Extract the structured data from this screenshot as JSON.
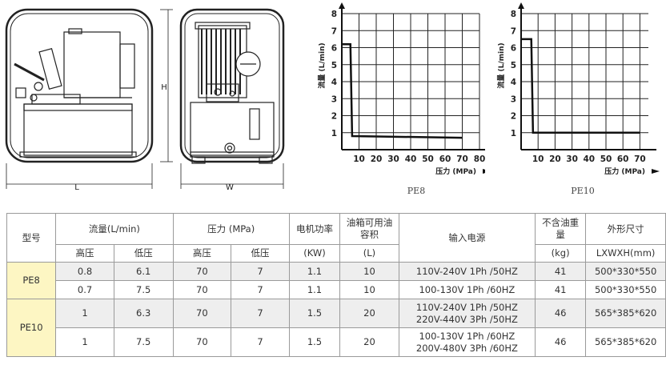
{
  "drawing_labels": {
    "length": "L",
    "height": "H",
    "width": "W"
  },
  "chart_data": [
    {
      "type": "line",
      "title": "PE8",
      "xlabel": "压力 (MPa)",
      "ylabel": "流量 (L/min)",
      "xlim": [
        0,
        80
      ],
      "ylim": [
        0,
        8
      ],
      "xticks": [
        10,
        20,
        30,
        40,
        50,
        60,
        70,
        80
      ],
      "yticks": [
        1,
        2,
        3,
        4,
        5,
        6,
        7,
        8
      ],
      "grid": true,
      "x": [
        0,
        5,
        6,
        70
      ],
      "y": [
        6.2,
        6.2,
        0.8,
        0.7
      ]
    },
    {
      "type": "line",
      "title": "PE10",
      "xlabel": "压力 (MPa)",
      "ylabel": "流量 (L/min)",
      "xlim": [
        0,
        75
      ],
      "ylim": [
        0,
        8
      ],
      "xticks": [
        10,
        20,
        30,
        40,
        50,
        60,
        70
      ],
      "yticks": [
        1,
        2,
        3,
        4,
        5,
        6,
        7,
        8
      ],
      "grid": true,
      "x": [
        0,
        6,
        7,
        70
      ],
      "y": [
        6.5,
        6.5,
        1.0,
        1.0
      ]
    }
  ],
  "table": {
    "header": {
      "model": "型号",
      "flow": "流量(L/min)",
      "pressure": "压力 (MPa)",
      "motor_power": "电机功率",
      "tank_capacity": [
        "油箱可用油",
        "容积"
      ],
      "power_supply": "输入电源",
      "weight": [
        "不含油重",
        "量"
      ],
      "dimensions": "外形尺寸"
    },
    "subheader": {
      "flow_high": "高压",
      "flow_low": "低压",
      "pressure_high": "高压",
      "pressure_low": "低压",
      "power_unit": "(KW)",
      "capacity_unit": "(L)",
      "weight_unit": "(kg)",
      "dim_unit": "LXWXH(mm)"
    },
    "models": [
      {
        "name": "PE8",
        "rows": [
          {
            "flow_high": "0.8",
            "flow_low": "6.1",
            "pressure_high": "70",
            "pressure_low": "7",
            "power": "1.1",
            "capacity": "10",
            "supply": [
              "110V-240V 1Ph /50HZ"
            ],
            "weight": "41",
            "dimensions": "500*330*550"
          },
          {
            "flow_high": "0.7",
            "flow_low": "7.5",
            "pressure_high": "70",
            "pressure_low": "7",
            "power": "1.1",
            "capacity": "10",
            "supply": [
              "100-130V 1Ph /60HZ"
            ],
            "weight": "41",
            "dimensions": "500*330*550"
          }
        ]
      },
      {
        "name": "PE10",
        "rows": [
          {
            "flow_high": "1",
            "flow_low": "6.3",
            "pressure_high": "70",
            "pressure_low": "7",
            "power": "1.5",
            "capacity": "20",
            "supply": [
              "110V-240V 1Ph /50HZ",
              "220V-440V 3Ph /50HZ"
            ],
            "weight": "46",
            "dimensions": "565*385*620"
          },
          {
            "flow_high": "1",
            "flow_low": "7.5",
            "pressure_high": "70",
            "pressure_low": "7",
            "power": "1.5",
            "capacity": "20",
            "supply": [
              "100-130V 1Ph /60HZ",
              "200V-480V 3Ph /60HZ"
            ],
            "weight": "46",
            "dimensions": "565*385*620"
          }
        ]
      }
    ]
  }
}
